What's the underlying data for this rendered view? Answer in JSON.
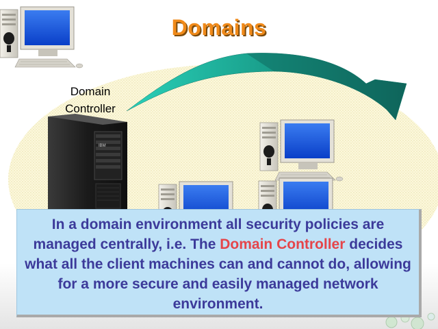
{
  "slide": {
    "title": "Domains",
    "controller_label_line1": "Domain",
    "controller_label_line2": "Controller",
    "server_brand": "IBM",
    "explanation_before": "In a domain environment all security policies are managed centrally, i.e. The ",
    "explanation_highlight": "Domain Controller",
    "explanation_after": " decides what all the client machines can and cannot do, allowing for a more secure and easily managed network environment."
  },
  "colors": {
    "title": "#f08a1a",
    "text": "#3c3a9a",
    "highlight": "#e5454a",
    "box_fill": "#bfe2f7",
    "arrow": "#1a9a8a",
    "oval": "#fbf6cf"
  }
}
